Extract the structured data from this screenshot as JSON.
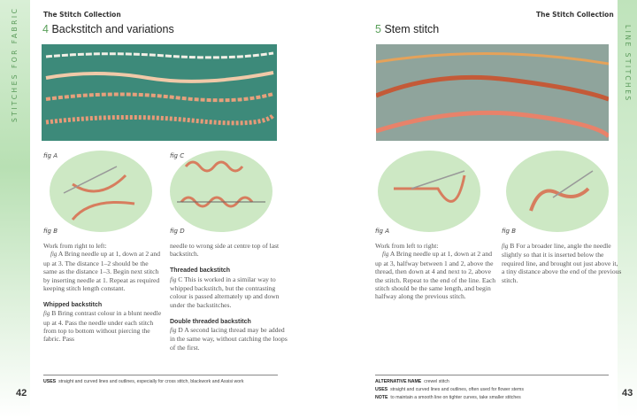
{
  "left_page": {
    "side_label": "STITCHES FOR FABRIC",
    "header": "The Stitch Collection",
    "title_num": "4",
    "title": "Backstitch and variations",
    "figs": [
      "fig A",
      "fig B",
      "fig C",
      "fig D"
    ],
    "col1": {
      "intro": "Work from right to left:",
      "figA_tag": "fig",
      "figA": " A Bring needle up at 1, down at 2 and up at 3. The distance 1–2 should be the same as the distance 1–3. Begin next stitch by inserting needle at 1. Repeat as required keeping stitch length constant.",
      "whipped_heading": "Whipped backstitch",
      "figB_tag": "fig",
      "figB": " B Bring contrast colour in a blunt needle up at 4. Pass the needle under each stitch from top to bottom without piercing the fabric. Pass"
    },
    "col2": {
      "cont": "needle to wrong side at centre top of last backstitch.",
      "threaded_heading": "Threaded backstitch",
      "figC_tag": "fig",
      "figC": " C This is worked in a similar way to whipped backstitch, but the contrasting colour is passed alternately up and down under the backstitches.",
      "double_heading": "Double threaded backstitch",
      "figD_tag": "fig",
      "figD": " D A second lacing thread may be added in the same way, without catching the loops of the first."
    },
    "uses_label": "USES",
    "uses": "straight and curved lines and outlines, especially for cross stitch, blackwork and Assisi work",
    "page_number": "42"
  },
  "right_page": {
    "side_label": "LINE STITCHES",
    "header": "The Stitch Collection",
    "title_num": "5",
    "title": "Stem stitch",
    "figs": [
      "fig A",
      "fig B"
    ],
    "col1": {
      "intro": "Work from left to right:",
      "figA_tag": "fig",
      "figA": " A Bring needle up at 1, down at 2 and up at 3, halfway between 1 and 2, above the thread, then down at 4 and next to 2, above the stitch. Repeat to the end of the line. Each stitch should be the same length, and begin halfway along the previous stitch."
    },
    "col2": {
      "figB_tag": "fig",
      "figB": " B For a broader line, angle the needle slightly so that it is inserted below the required line, and brought out just above it, a tiny distance above the end of the previous stitch."
    },
    "alt_label": "ALTERNATIVE NAME",
    "alt": "crewel stitch",
    "uses_label": "USES",
    "uses": "straight and curved lines and outlines, often used for flower stems",
    "note_label": "NOTE",
    "note": "to maintain a smooth line on tighter curves, take smaller stitches",
    "page_number": "43"
  }
}
